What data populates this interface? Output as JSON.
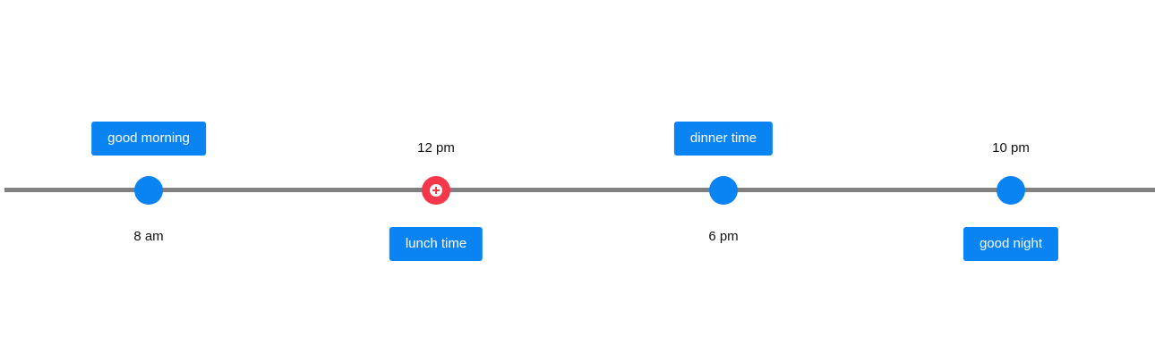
{
  "timeline": {
    "accent_color": "#0a84f3",
    "add_color": "#f5374b",
    "line_color": "#808080",
    "events": [
      {
        "label": "good morning",
        "time": "8 am",
        "label_position": "above",
        "node": "circle"
      },
      {
        "label": "lunch time",
        "time": "12 pm",
        "label_position": "below",
        "node": "add-icon"
      },
      {
        "label": "dinner time",
        "time": "6 pm",
        "label_position": "above",
        "node": "circle"
      },
      {
        "label": "good night",
        "time": "10 pm",
        "label_position": "below",
        "node": "circle"
      }
    ]
  }
}
